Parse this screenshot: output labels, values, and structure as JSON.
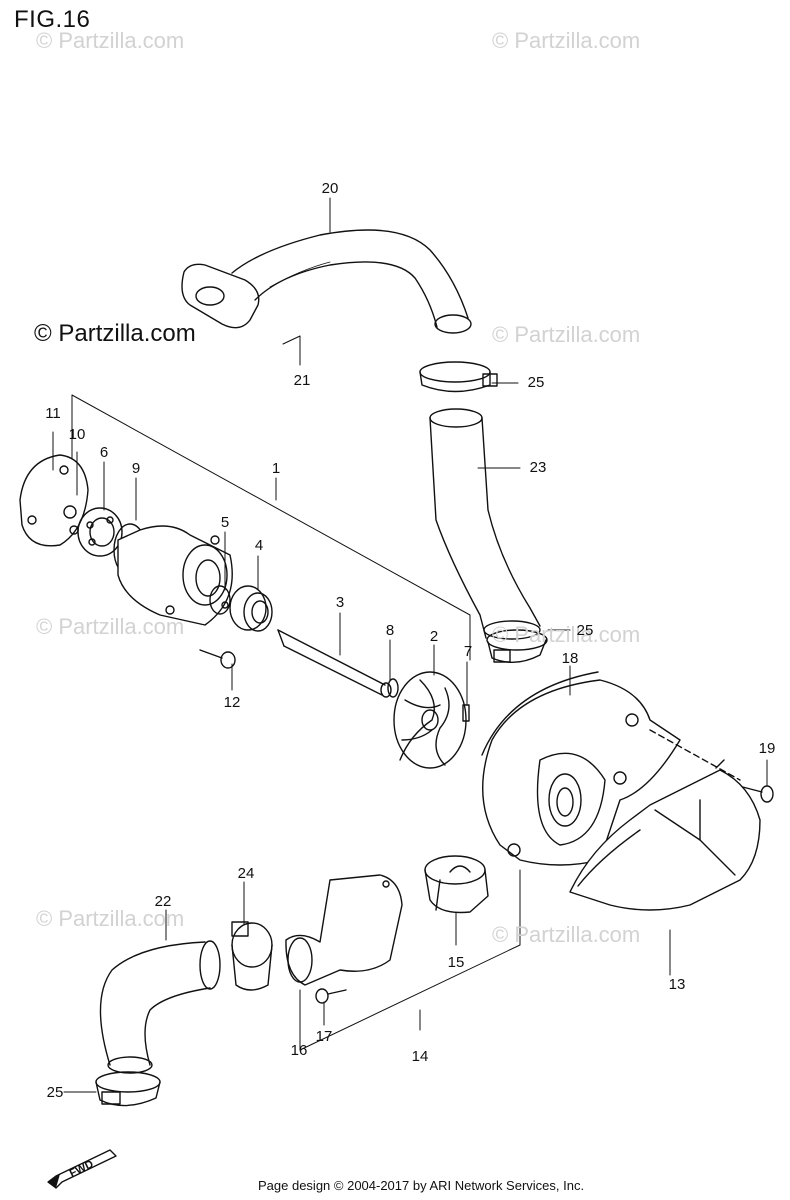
{
  "figure": {
    "title": "FIG.16",
    "copyright": "© Partzilla.com",
    "footer": "Page design © 2004-2017 by ARI Network Services, Inc.",
    "fwd_label": "FWD"
  },
  "watermarks": [
    "© Partzilla.com",
    "© Partzilla.com",
    "© Partzilla.com",
    "© Partzilla.com",
    "© Partzilla.com",
    "© Partzilla.com",
    "© Partzilla.com"
  ],
  "callouts": [
    "20",
    "21",
    "25",
    "23",
    "11",
    "10",
    "6",
    "9",
    "1",
    "5",
    "4",
    "3",
    "8",
    "2",
    "7",
    "25",
    "12",
    "18",
    "19",
    "24",
    "22",
    "15",
    "13",
    "17",
    "16",
    "14",
    "25"
  ],
  "colors": {
    "ink": "#111111",
    "watermark": "#d2d2d2",
    "background": "#ffffff"
  }
}
